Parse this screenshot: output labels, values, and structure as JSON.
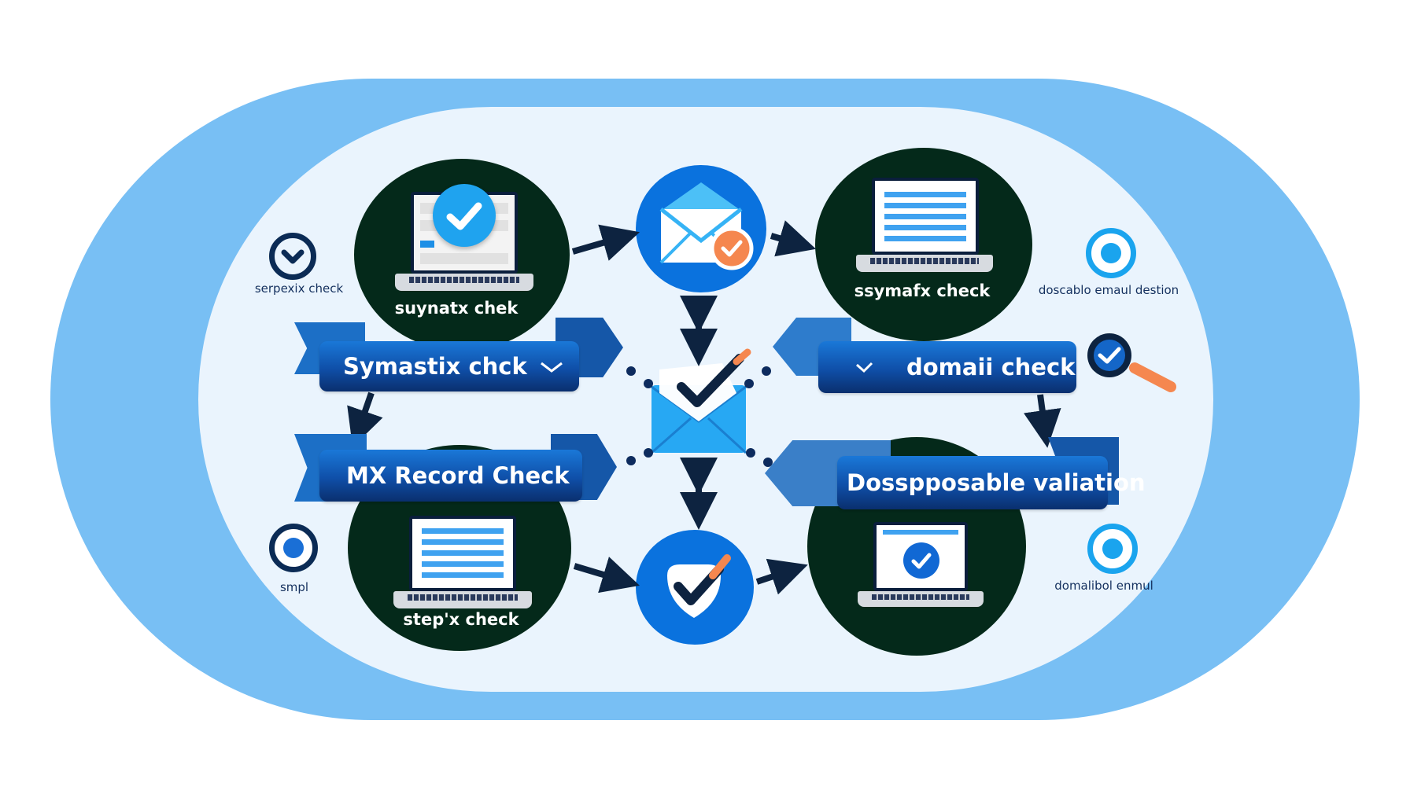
{
  "diagram": {
    "title": "Email validation flow",
    "nodes": [
      {
        "id": "top-left",
        "label": "suynatx chek",
        "side_label": "serpexix check",
        "icon": "laptop-check-icon"
      },
      {
        "id": "top-right",
        "label": "ssymafx check",
        "side_label": "doscablo emaul destion",
        "icon": "laptop-document-icon"
      },
      {
        "id": "bottom-left",
        "label": "step'x check",
        "side_label": "smpl",
        "icon": "laptop-document-icon"
      },
      {
        "id": "bottom-right",
        "label": "",
        "side_label": "domalibol enmul",
        "icon": "laptop-check-icon"
      }
    ],
    "banners": [
      {
        "id": "syntax",
        "label": "Symastix chck",
        "icon": "chevron-down-icon"
      },
      {
        "id": "domain",
        "label": "domaii check",
        "icon": "checkmark-icon"
      },
      {
        "id": "mx",
        "label": "MX Record Check"
      },
      {
        "id": "disposable",
        "label": "Dosspposable valiation"
      }
    ],
    "center_icons": [
      "envelope-badge-icon",
      "envelope-check-icon",
      "shield-check-icon"
    ],
    "colors": {
      "outer_ring": "#78bff4",
      "inner_bg": "#eaf4fd",
      "node_dark": "#04291a",
      "accent_blue": "#0a72de",
      "banner_blue": "#0f4fa8",
      "arrow_navy": "#0d2340",
      "accent_orange": "#f5874f",
      "light_blue": "#2aa8f2"
    }
  }
}
